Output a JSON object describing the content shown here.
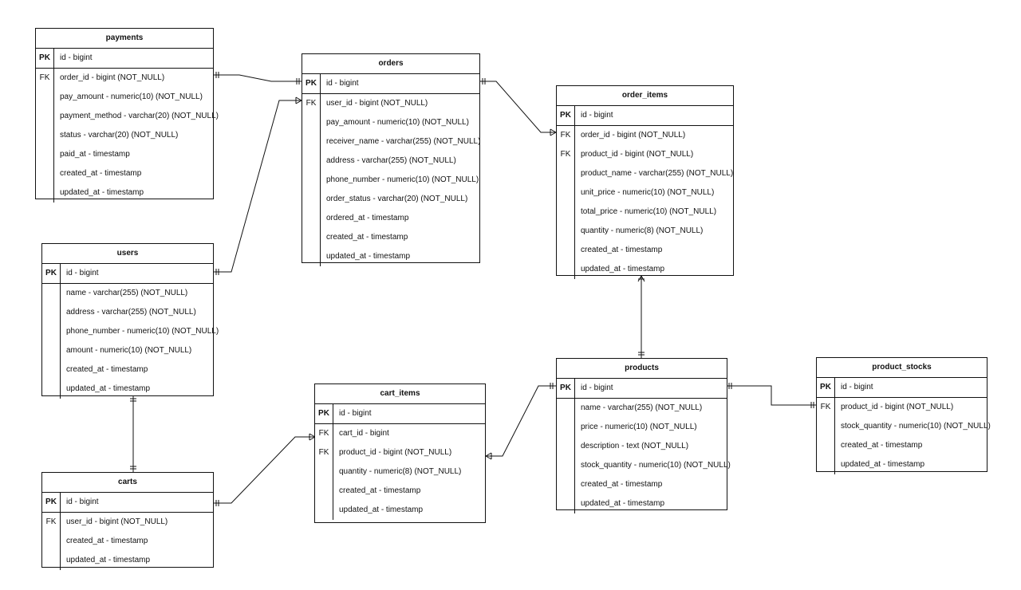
{
  "tables": {
    "payments": {
      "name": "payments",
      "rows": [
        {
          "key": "PK",
          "field": "id - bigint"
        },
        {
          "key": "FK",
          "field": "order_id - bigint (NOT_NULL)"
        },
        {
          "key": "",
          "field": "pay_amount - numeric(10) (NOT_NULL)"
        },
        {
          "key": "",
          "field": "payment_method - varchar(20) (NOT_NULL)"
        },
        {
          "key": "",
          "field": "status - varchar(20) (NOT_NULL)"
        },
        {
          "key": "",
          "field": "paid_at - timestamp"
        },
        {
          "key": "",
          "field": "created_at - timestamp"
        },
        {
          "key": "",
          "field": "updated_at - timestamp"
        }
      ]
    },
    "orders": {
      "name": "orders",
      "rows": [
        {
          "key": "PK",
          "field": "id - bigint"
        },
        {
          "key": "FK",
          "field": "user_id - bigint (NOT_NULL)"
        },
        {
          "key": "",
          "field": "pay_amount - numeric(10) (NOT_NULL)"
        },
        {
          "key": "",
          "field": "receiver_name - varchar(255) (NOT_NULL)"
        },
        {
          "key": "",
          "field": "address - varchar(255) (NOT_NULL)"
        },
        {
          "key": "",
          "field": "phone_number - numeric(10) (NOT_NULL)"
        },
        {
          "key": "",
          "field": "order_status - varchar(20) (NOT_NULL)"
        },
        {
          "key": "",
          "field": "ordered_at - timestamp"
        },
        {
          "key": "",
          "field": "created_at - timestamp"
        },
        {
          "key": "",
          "field": "updated_at - timestamp"
        }
      ]
    },
    "order_items": {
      "name": "order_items",
      "rows": [
        {
          "key": "PK",
          "field": "id - bigint"
        },
        {
          "key": "FK",
          "field": "order_id - bigint (NOT_NULL)"
        },
        {
          "key": "FK",
          "field": "product_id - bigint (NOT_NULL)"
        },
        {
          "key": "",
          "field": "product_name - varchar(255) (NOT_NULL)"
        },
        {
          "key": "",
          "field": "unit_price - numeric(10) (NOT_NULL)"
        },
        {
          "key": "",
          "field": "total_price - numeric(10) (NOT_NULL)"
        },
        {
          "key": "",
          "field": "quantity - numeric(8) (NOT_NULL)"
        },
        {
          "key": "",
          "field": "created_at - timestamp"
        },
        {
          "key": "",
          "field": "updated_at - timestamp"
        }
      ]
    },
    "users": {
      "name": "users",
      "rows": [
        {
          "key": "PK",
          "field": "id - bigint"
        },
        {
          "key": "",
          "field": "name - varchar(255) (NOT_NULL)"
        },
        {
          "key": "",
          "field": "address - varchar(255) (NOT_NULL)"
        },
        {
          "key": "",
          "field": "phone_number - numeric(10) (NOT_NULL)"
        },
        {
          "key": "",
          "field": "amount - numeric(10) (NOT_NULL)"
        },
        {
          "key": "",
          "field": "created_at - timestamp"
        },
        {
          "key": "",
          "field": "updated_at - timestamp"
        }
      ]
    },
    "carts": {
      "name": "carts",
      "rows": [
        {
          "key": "PK",
          "field": "id - bigint"
        },
        {
          "key": "FK",
          "field": "user_id - bigint (NOT_NULL)"
        },
        {
          "key": "",
          "field": "created_at - timestamp"
        },
        {
          "key": "",
          "field": "updated_at - timestamp"
        }
      ]
    },
    "cart_items": {
      "name": "cart_items",
      "rows": [
        {
          "key": "PK",
          "field": "id - bigint"
        },
        {
          "key": "FK",
          "field": "cart_id - bigint"
        },
        {
          "key": "FK",
          "field": "product_id - bigint (NOT_NULL)"
        },
        {
          "key": "",
          "field": "quantity - numeric(8) (NOT_NULL)"
        },
        {
          "key": "",
          "field": "created_at - timestamp"
        },
        {
          "key": "",
          "field": "updated_at - timestamp"
        }
      ]
    },
    "products": {
      "name": "products",
      "rows": [
        {
          "key": "PK",
          "field": "id - bigint"
        },
        {
          "key": "",
          "field": "name - varchar(255) (NOT_NULL)"
        },
        {
          "key": "",
          "field": "price - numeric(10) (NOT_NULL)"
        },
        {
          "key": "",
          "field": "description - text (NOT_NULL)"
        },
        {
          "key": "",
          "field": "stock_quantity - numeric(10) (NOT_NULL)"
        },
        {
          "key": "",
          "field": "created_at - timestamp"
        },
        {
          "key": "",
          "field": "updated_at - timestamp"
        }
      ]
    },
    "product_stocks": {
      "name": "product_stocks",
      "rows": [
        {
          "key": "PK",
          "field": "id - bigint"
        },
        {
          "key": "FK",
          "field": "product_id - bigint (NOT_NULL)"
        },
        {
          "key": "",
          "field": "stock_quantity - numeric(10) (NOT_NULL)"
        },
        {
          "key": "",
          "field": "created_at - timestamp"
        },
        {
          "key": "",
          "field": "updated_at - timestamp"
        }
      ]
    }
  },
  "relationships": [
    {
      "from": "payments",
      "to": "orders",
      "from_card": "one",
      "to_card": "one"
    },
    {
      "from": "orders",
      "to": "users",
      "from_card": "many",
      "to_card": "one"
    },
    {
      "from": "orders",
      "to": "order_items",
      "from_card": "one",
      "to_card": "many"
    },
    {
      "from": "order_items",
      "to": "products",
      "from_card": "many",
      "to_card": "one"
    },
    {
      "from": "users",
      "to": "carts",
      "from_card": "one",
      "to_card": "one"
    },
    {
      "from": "carts",
      "to": "cart_items",
      "from_card": "one",
      "to_card": "many"
    },
    {
      "from": "cart_items",
      "to": "products",
      "from_card": "many",
      "to_card": "one"
    },
    {
      "from": "products",
      "to": "product_stocks",
      "from_card": "one",
      "to_card": "one"
    }
  ]
}
